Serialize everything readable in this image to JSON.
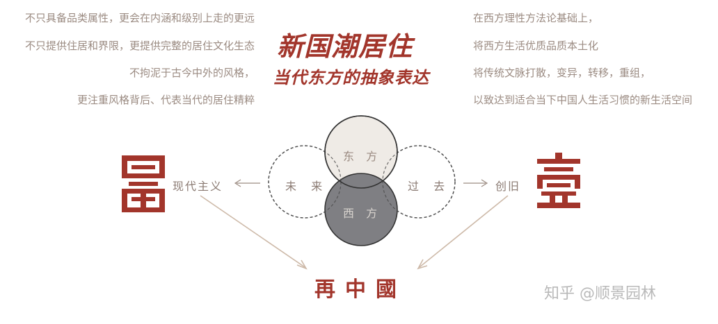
{
  "left_paragraph": [
    "不只具备品类属性，更会在内涵和级别上走的更远",
    "不只提供住居和界限，更提供完整的居住文化生态",
    "不拘泥于古今中外的风格，",
    "更注重风格背后、代表当代的居住精粹"
  ],
  "right_paragraph": [
    "在西方理性方法论基础上，",
    "将西方生活优质品质本土化",
    "将传统文脉打散，变异，转移，重组，",
    "以致达到适合当下中国人生活习惯的新生活空间"
  ],
  "title": "新国潮居住",
  "subtitle": "当代东方的抽象表达",
  "circles": {
    "top": "东 方",
    "bottom": "西 方",
    "left": "未 来",
    "right": "过 去"
  },
  "left_label": "现代主义",
  "right_label": "创旧",
  "bottom_label": "再中國",
  "watermark": "知乎 @顺景园林",
  "colors": {
    "accent": "#a2352b",
    "text": "#9b8b82",
    "circle_top": "#efebe6",
    "circle_bottom": "#7f7f83"
  }
}
